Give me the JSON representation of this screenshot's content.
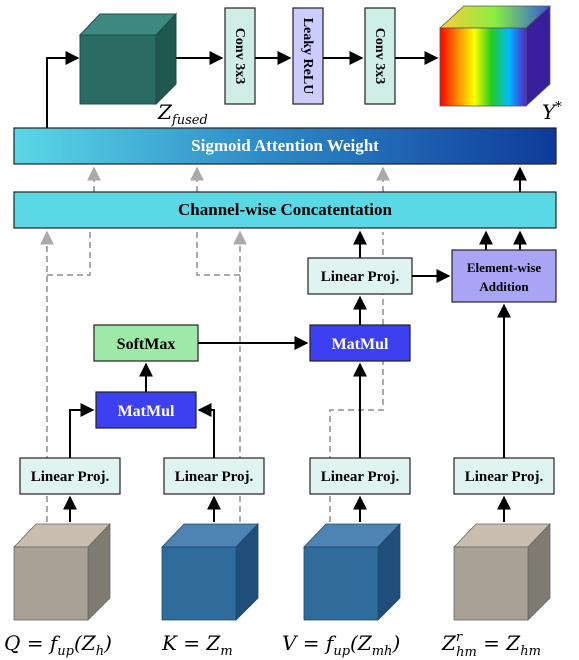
{
  "figure": {
    "top_row": {
      "conv1_label": "Conv 3x3",
      "leaky_label": "Leaky ReLU",
      "conv2_label": "Conv 3x3",
      "z_fused_label": "Z",
      "z_fused_sub": "fused",
      "y_label": "Y",
      "y_sup": "*"
    },
    "sigmoid_label": "Sigmoid Attention Weight",
    "concat_label": "Channel-wise Concatentation",
    "softmax_label": "SoftMax",
    "matmul_label": "MatMul",
    "matmul2_label": "MatMul",
    "linear_proj_label": "Linear Proj.",
    "elementwise_line1": "Element-wise",
    "elementwise_line2": "Addition",
    "inputs": {
      "q": {
        "main": "Q = f",
        "sub": "up",
        "rest": "(Z",
        "sub2": "h",
        "end": ")"
      },
      "k": {
        "main": "K = Z",
        "sub": "m"
      },
      "v": {
        "main": "V = f",
        "sub": "up",
        "rest": "(Z",
        "sub2": "mh",
        "end": ")"
      },
      "zhm": {
        "main": "Z",
        "sup": "r",
        "sub": "hm",
        "rest": " = Z",
        "sub2": "hm"
      }
    },
    "colors": {
      "teal_cube": "#2a6b63",
      "conv_box": "#cfeee6",
      "leaky_box": "#ccccff",
      "bar_cyan": "#5ad8e6",
      "bar_dark_blue": "#1240a0",
      "softmax_box": "#9ee8a8",
      "matmul_box": "#3c40f0",
      "linear_box": "#dff3f0",
      "elementwise_box": "#a9a4f5",
      "gray_cube": "#a7a196",
      "blue_cube": "#2f6c9c",
      "dashed": "#aaaaaa"
    }
  }
}
